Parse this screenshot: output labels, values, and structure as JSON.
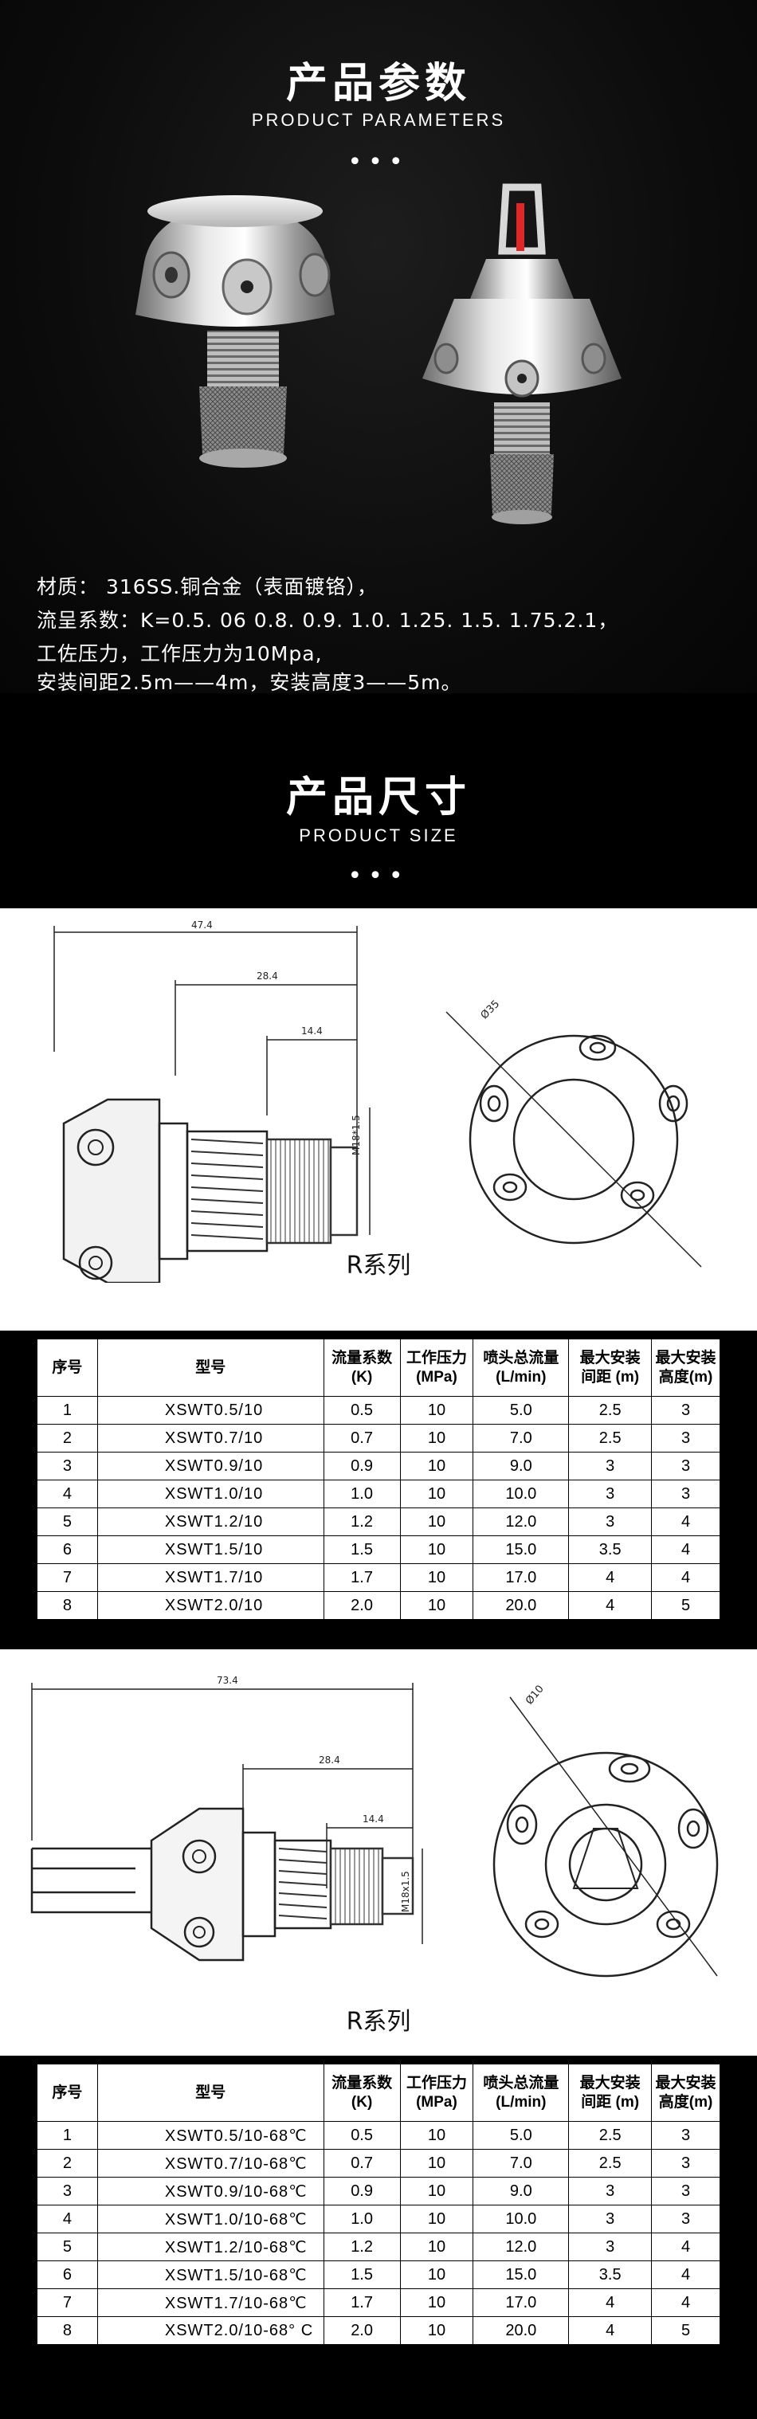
{
  "params": {
    "title_cn": "产品参数",
    "title_en": "PRODUCT PARAMETERS",
    "dots": "•••",
    "spec_lines": [
      "材质： 316SS.铜合金（表面镀铬），",
      "流呈系数：K=0.5. 06 0.8. 0.9. 1.0. 1.25. 1.5. 1.75.2.1，",
      "工佐压力，工作压力为10Mpa,",
      "安装间距2.5m——4m，安装高度3——5m。"
    ]
  },
  "size": {
    "title_cn": "产品尺寸",
    "title_en": "PRODUCT SIZE",
    "dots": "•••"
  },
  "drawing1": {
    "dim_total": "47.4",
    "dim_mid": "28.4",
    "dim_short": "14.4",
    "dim_thread": "M18*1.5",
    "dim_dia": "Ø35",
    "series": "R系列"
  },
  "drawing2": {
    "dim_total": "73.4",
    "dim_mid": "28.4",
    "dim_short": "14.4",
    "dim_thread": "M18x1.5",
    "dim_dia": "Ø10",
    "series": "R系列"
  },
  "table_headers": [
    [
      "序号"
    ],
    [
      "型号"
    ],
    [
      "流量系数",
      "(K)"
    ],
    [
      "工作压力",
      "(MPa)"
    ],
    [
      "喷头总流量",
      "(L/min)"
    ],
    [
      "最大安装",
      "间距 (m)"
    ],
    [
      "最大安装",
      "高度(m)"
    ]
  ],
  "table1": {
    "rows": [
      [
        "1",
        "XSWT0.5/10",
        "0.5",
        "10",
        "5.0",
        "2.5",
        "3"
      ],
      [
        "2",
        "XSWT0.7/10",
        "0.7",
        "10",
        "7.0",
        "2.5",
        "3"
      ],
      [
        "3",
        "XSWT0.9/10",
        "0.9",
        "10",
        "9.0",
        "3",
        "3"
      ],
      [
        "4",
        "XSWT1.0/10",
        "1.0",
        "10",
        "10.0",
        "3",
        "3"
      ],
      [
        "5",
        "XSWT1.2/10",
        "1.2",
        "10",
        "12.0",
        "3",
        "4"
      ],
      [
        "6",
        "XSWT1.5/10",
        "1.5",
        "10",
        "15.0",
        "3.5",
        "4"
      ],
      [
        "7",
        "XSWT1.7/10",
        "1.7",
        "10",
        "17.0",
        "4",
        "4"
      ],
      [
        "8",
        "XSWT2.0/10",
        "2.0",
        "10",
        "20.0",
        "4",
        "5"
      ]
    ]
  },
  "table2": {
    "rows": [
      [
        "1",
        "XSWT0.5/10-68℃",
        "0.5",
        "10",
        "5.0",
        "2.5",
        "3"
      ],
      [
        "2",
        "XSWT0.7/10-68℃",
        "0.7",
        "10",
        "7.0",
        "2.5",
        "3"
      ],
      [
        "3",
        "XSWT0.9/10-68℃",
        "0.9",
        "10",
        "9.0",
        "3",
        "3"
      ],
      [
        "4",
        "XSWT1.0/10-68℃",
        "1.0",
        "10",
        "10.0",
        "3",
        "3"
      ],
      [
        "5",
        "XSWT1.2/10-68℃",
        "1.2",
        "10",
        "12.0",
        "3",
        "4"
      ],
      [
        "6",
        "XSWT1.5/10-68℃",
        "1.5",
        "10",
        "15.0",
        "3.5",
        "4"
      ],
      [
        "7",
        "XSWT1.7/10-68℃",
        "1.7",
        "10",
        "17.0",
        "4",
        "4"
      ],
      [
        "8",
        "XSWT2.0/10-68° C",
        "2.0",
        "10",
        "20.0",
        "4",
        "5"
      ]
    ]
  }
}
